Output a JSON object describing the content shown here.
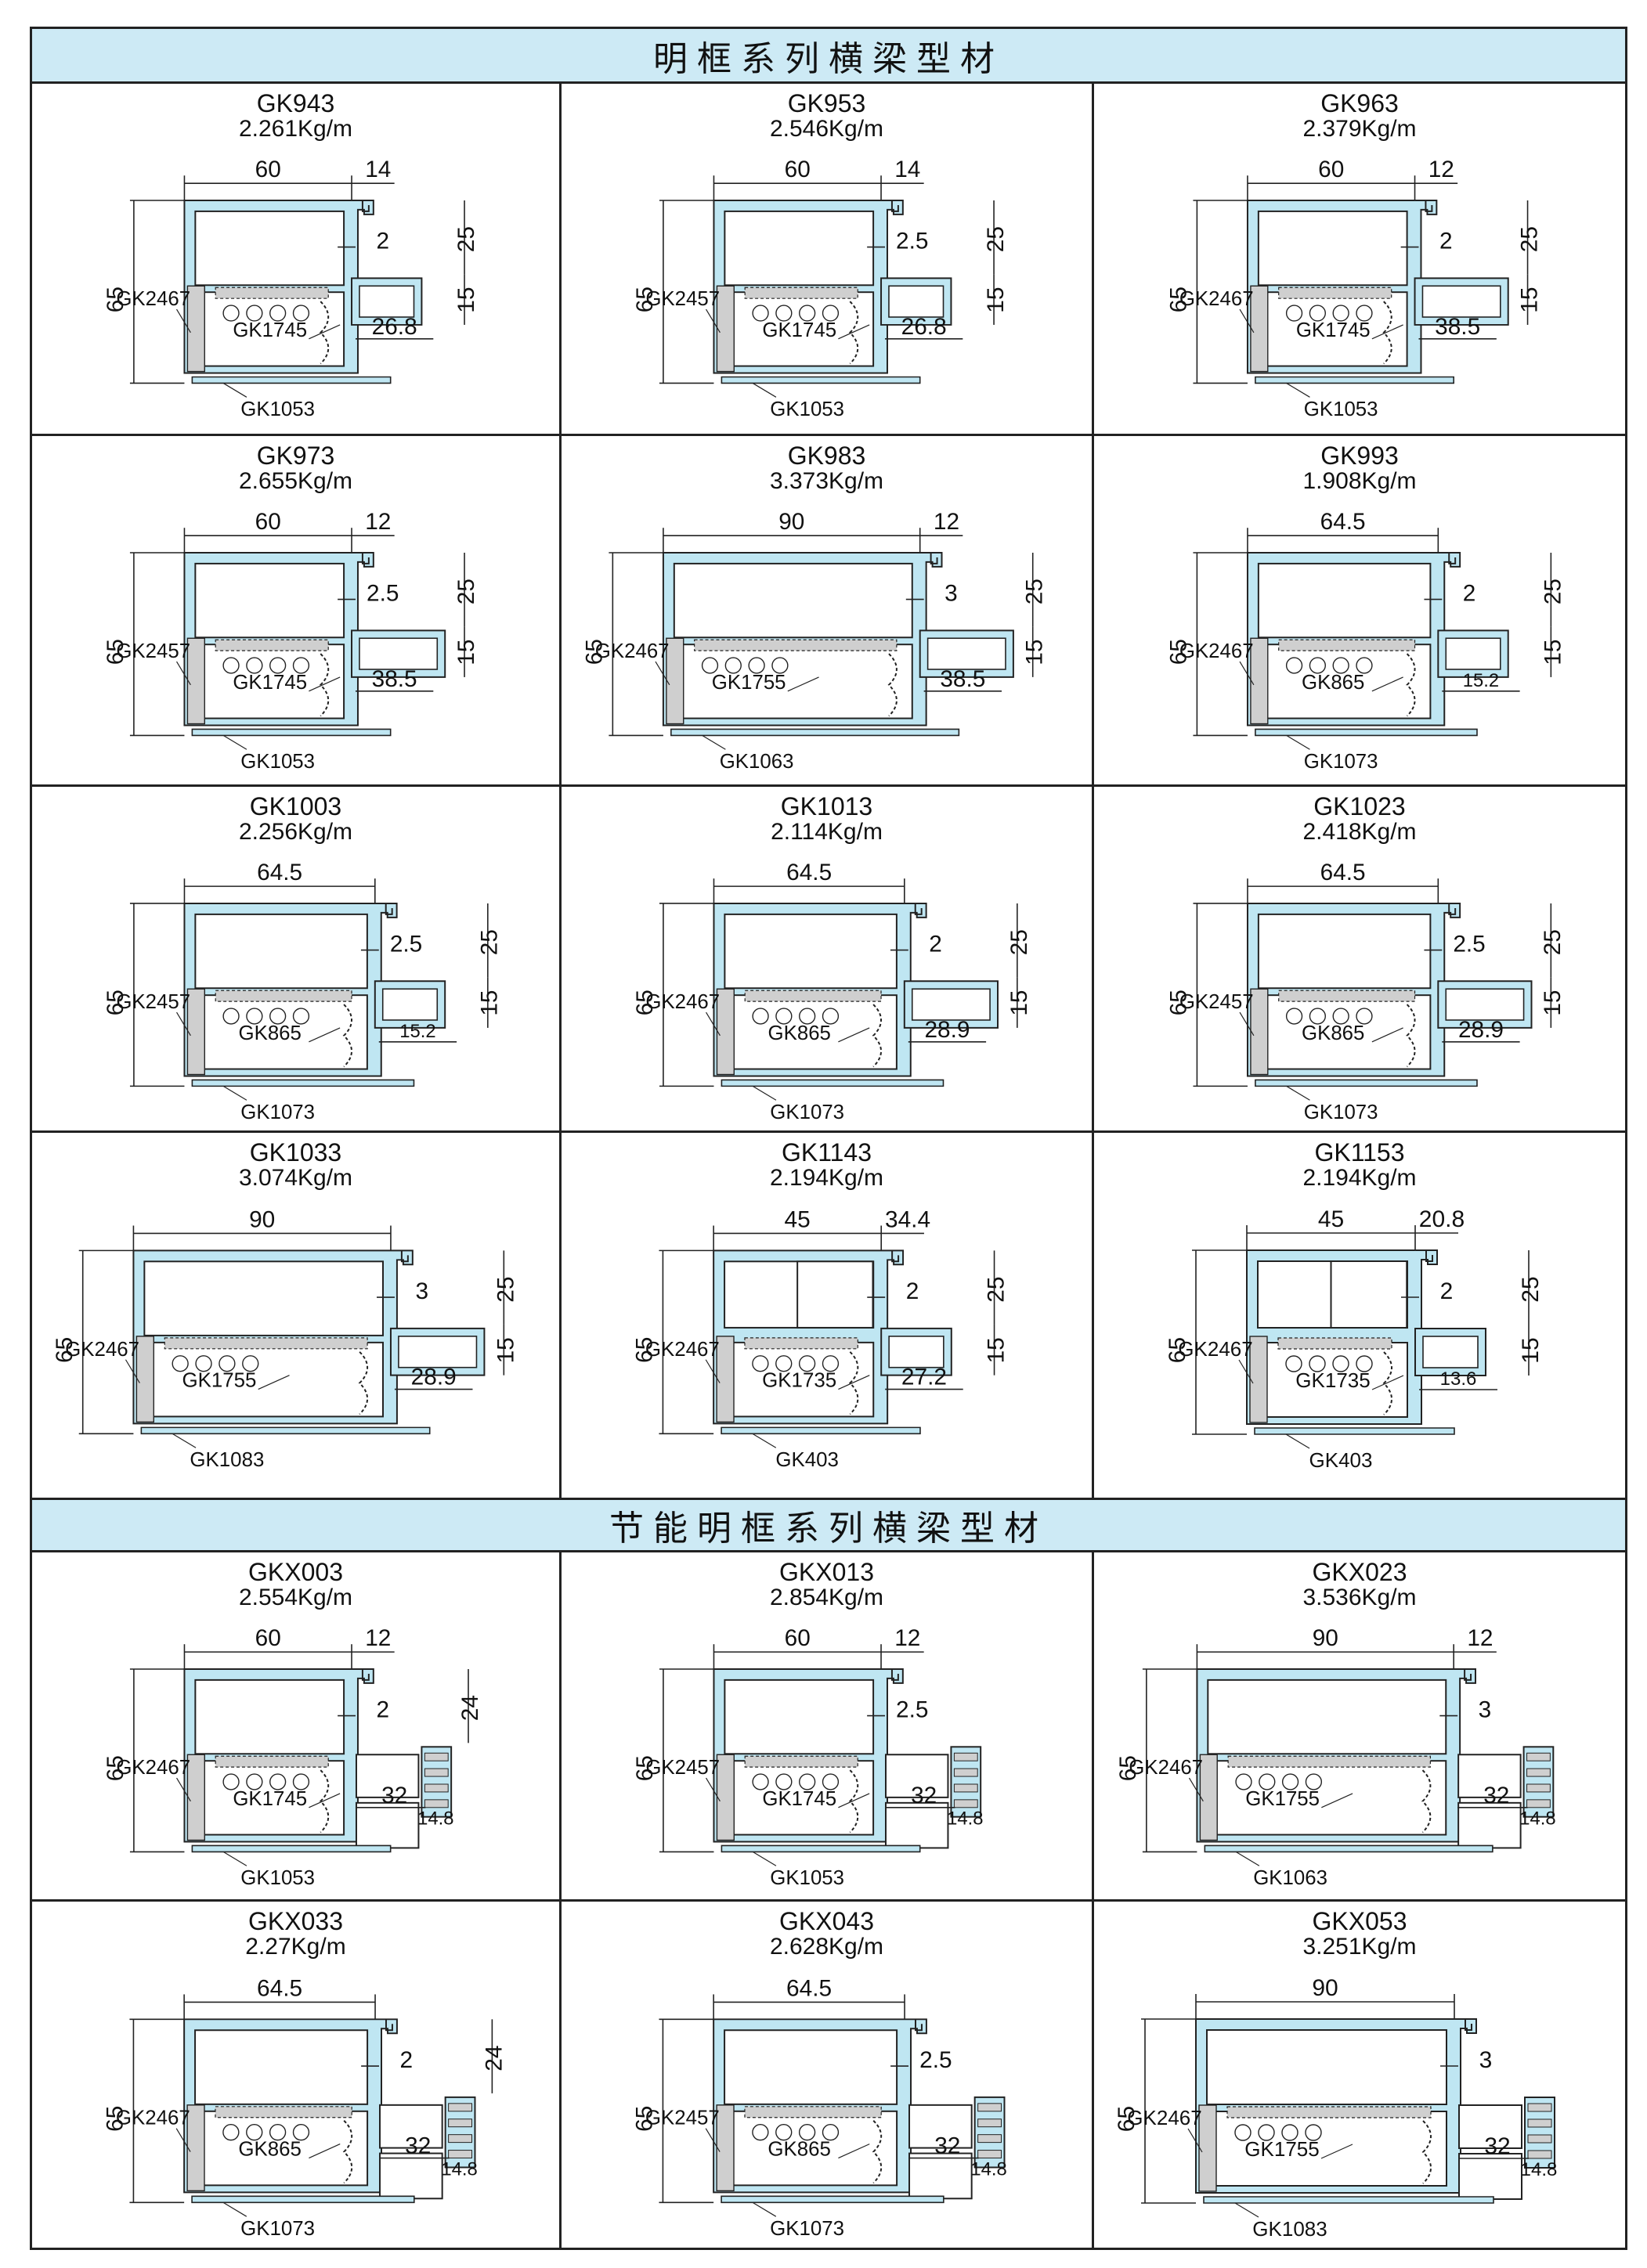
{
  "sections": [
    {
      "title": "明框系列横梁型材"
    },
    {
      "title": "节能明框系列横梁型材"
    }
  ],
  "colors": {
    "profile": "#bfe6f2",
    "outline": "#222222",
    "gasket": "#cfcfcf",
    "banner": "#cdeaf5"
  },
  "profiles": [
    {
      "code": "GK943",
      "weight": "2.261Kg/m",
      "type": "standard",
      "width": "60",
      "lip": "14",
      "height": "65",
      "top_dim": "25",
      "mid_dim": "15",
      "gap": "2",
      "ext": "26.8",
      "left_label": "GK2467",
      "gasket_label": "GK1745",
      "bottom_label": "GK1053"
    },
    {
      "code": "GK953",
      "weight": "2.546Kg/m",
      "type": "standard",
      "width": "60",
      "lip": "14",
      "height": "65",
      "top_dim": "25",
      "mid_dim": "15",
      "gap": "2.5",
      "ext": "26.8",
      "left_label": "GK2457",
      "gasket_label": "GK1745",
      "bottom_label": "GK1053"
    },
    {
      "code": "GK963",
      "weight": "2.379Kg/m",
      "type": "standard",
      "width": "60",
      "lip": "12",
      "height": "65",
      "top_dim": "25",
      "mid_dim": "15",
      "gap": "2",
      "ext": "38.5",
      "left_label": "GK2467",
      "gasket_label": "GK1745",
      "bottom_label": "GK1053"
    },
    {
      "code": "GK973",
      "weight": "2.655Kg/m",
      "type": "standard",
      "width": "60",
      "lip": "12",
      "height": "65",
      "top_dim": "25",
      "mid_dim": "15",
      "gap": "2.5",
      "ext": "38.5",
      "left_label": "GK2457",
      "gasket_label": "GK1745",
      "bottom_label": "GK1053"
    },
    {
      "code": "GK983",
      "weight": "3.373Kg/m",
      "type": "wide",
      "width": "90",
      "lip": "12",
      "height": "65",
      "top_dim": "25",
      "mid_dim": "15",
      "gap": "3",
      "ext": "38.5",
      "left_label": "GK2467",
      "gasket_label": "GK1755",
      "bottom_label": "GK1063"
    },
    {
      "code": "GK993",
      "weight": "1.908Kg/m",
      "type": "standard",
      "width": "64.5",
      "lip": "",
      "height": "65",
      "top_dim": "25",
      "mid_dim": "15",
      "gap": "2",
      "ext": "15.2",
      "left_label": "GK2467",
      "gasket_label": "GK865",
      "bottom_label": "GK1073"
    },
    {
      "code": "GK1003",
      "weight": "2.256Kg/m",
      "type": "standard",
      "width": "64.5",
      "lip": "",
      "height": "65",
      "top_dim": "25",
      "mid_dim": "15",
      "gap": "2.5",
      "ext": "15.2",
      "left_label": "GK2457",
      "gasket_label": "GK865",
      "bottom_label": "GK1073"
    },
    {
      "code": "GK1013",
      "weight": "2.114Kg/m",
      "type": "standard",
      "width": "64.5",
      "lip": "",
      "height": "65",
      "top_dim": "25",
      "mid_dim": "15",
      "gap": "2",
      "ext": "28.9",
      "left_label": "GK2467",
      "gasket_label": "GK865",
      "bottom_label": "GK1073"
    },
    {
      "code": "GK1023",
      "weight": "2.418Kg/m",
      "type": "standard",
      "width": "64.5",
      "lip": "",
      "height": "65",
      "top_dim": "25",
      "mid_dim": "15",
      "gap": "2.5",
      "ext": "28.9",
      "left_label": "GK2457",
      "gasket_label": "GK865",
      "bottom_label": "GK1073"
    },
    {
      "code": "GK1033",
      "weight": "3.074Kg/m",
      "type": "wide",
      "width": "90",
      "lip": "",
      "height": "65",
      "top_dim": "25",
      "mid_dim": "15",
      "gap": "3",
      "ext": "28.9",
      "left_label": "GK2467",
      "gasket_label": "GK1755",
      "bottom_label": "GK1083"
    },
    {
      "code": "GK1143",
      "weight": "2.194Kg/m",
      "type": "split",
      "width": "45",
      "lip": "34.4",
      "height": "65",
      "top_dim": "25",
      "mid_dim": "15",
      "gap": "2",
      "ext": "27.2",
      "left_label": "GK2467",
      "gasket_label": "GK1735",
      "bottom_label": "GK403"
    },
    {
      "code": "GK1153",
      "weight": "2.194Kg/m",
      "type": "split",
      "width": "45",
      "lip": "20.8",
      "height": "65",
      "top_dim": "25",
      "mid_dim": "15",
      "gap": "2",
      "ext": "13.6",
      "left_label": "GK2467",
      "gasket_label": "GK1735",
      "bottom_label": "GK403"
    },
    {
      "code": "GKX003",
      "weight": "2.554Kg/m",
      "type": "thermal",
      "width": "60",
      "lip": "12",
      "height": "65",
      "top_dim": "24",
      "mid_dim": "",
      "gap": "2",
      "ext": "32",
      "ext2": "14.8",
      "left_label": "GK2467",
      "gasket_label": "GK1745",
      "bottom_label": "GK1053"
    },
    {
      "code": "GKX013",
      "weight": "2.854Kg/m",
      "type": "thermal",
      "width": "60",
      "lip": "12",
      "height": "65",
      "top_dim": "",
      "mid_dim": "",
      "gap": "2.5",
      "ext": "32",
      "ext2": "14.8",
      "left_label": "GK2457",
      "gasket_label": "GK1745",
      "bottom_label": "GK1053"
    },
    {
      "code": "GKX023",
      "weight": "3.536Kg/m",
      "type": "thermal-wide",
      "width": "90",
      "lip": "12",
      "height": "65",
      "top_dim": "",
      "mid_dim": "",
      "gap": "3",
      "ext": "32",
      "ext2": "14.8",
      "left_label": "GK2467",
      "gasket_label": "GK1755",
      "bottom_label": "GK1063"
    },
    {
      "code": "GKX033",
      "weight": "2.27Kg/m",
      "type": "thermal",
      "width": "64.5",
      "lip": "",
      "height": "65",
      "top_dim": "24",
      "mid_dim": "",
      "gap": "2",
      "ext": "32",
      "ext2": "14.8",
      "left_label": "GK2467",
      "gasket_label": "GK865",
      "bottom_label": "GK1073"
    },
    {
      "code": "GKX043",
      "weight": "2.628Kg/m",
      "type": "thermal",
      "width": "64.5",
      "lip": "",
      "height": "65",
      "top_dim": "",
      "mid_dim": "",
      "gap": "2.5",
      "ext": "32",
      "ext2": "14.8",
      "left_label": "GK2457",
      "gasket_label": "GK865",
      "bottom_label": "GK1073"
    },
    {
      "code": "GKX053",
      "weight": "3.251Kg/m",
      "type": "thermal-wide",
      "width": "90",
      "lip": "",
      "height": "65",
      "top_dim": "",
      "mid_dim": "",
      "gap": "3",
      "ext": "32",
      "ext2": "14.8",
      "left_label": "GK2467",
      "gasket_label": "GK1755",
      "bottom_label": "GK1083"
    }
  ]
}
